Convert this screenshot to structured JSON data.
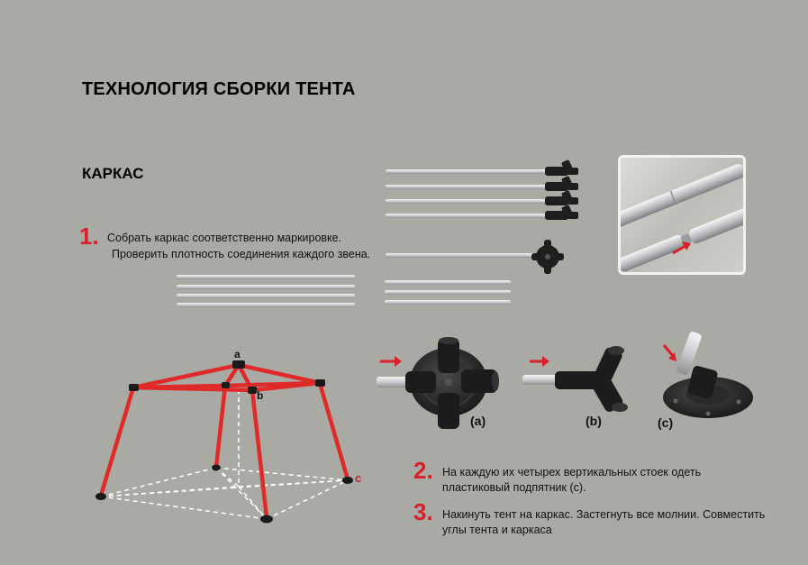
{
  "title": "ТЕХНОЛОГИЯ СБОРКИ ТЕНТА",
  "subtitle": "КАРКАС",
  "steps": [
    {
      "num": "1.",
      "line1": "Собрать каркас соответственно маркировке.",
      "line2": "Проверить плотность  соединения каждого звена."
    },
    {
      "num": "2.",
      "line1": "На каждую их четырех вертикальных стоек одеть",
      "line2": "пластиковый подпятник (с)."
    },
    {
      "num": "3.",
      "line1": "Накинуть тент на каркас. Застегнуть все молнии.  Совместить",
      "line2": "углы тента и каркаса"
    }
  ],
  "part_labels": {
    "a": "(a)",
    "b": "(b)",
    "c": "(c)"
  },
  "frame_labels": {
    "a": "a",
    "b": "b",
    "c": "c"
  },
  "colors": {
    "background": "#a9aaa4",
    "accent": "#d9202a",
    "frame": "#e02a2a",
    "pipe": "#cfd1d2",
    "joint": "#1e1e1e"
  },
  "icons": [
    "arrow-right-icon",
    "arrow-down-right-icon"
  ]
}
